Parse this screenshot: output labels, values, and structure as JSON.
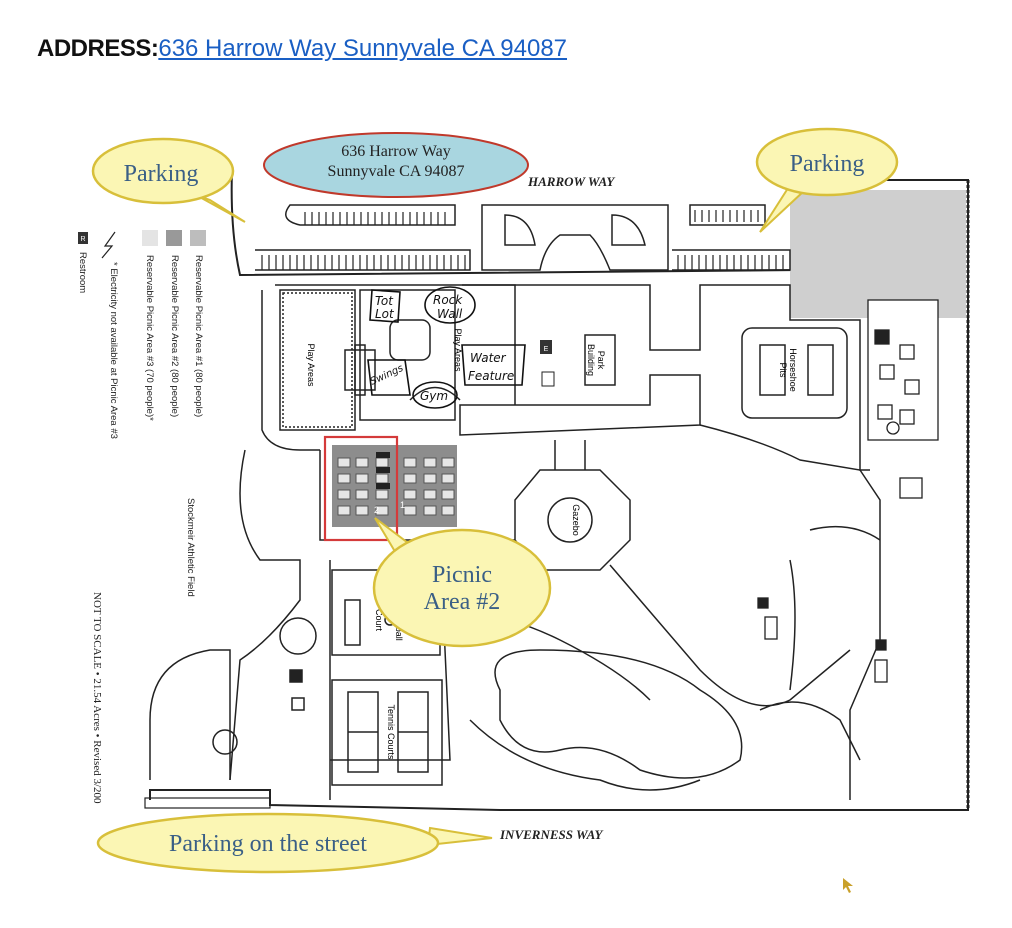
{
  "header": {
    "label": "ADDRESS:",
    "link_text": "636 Harrow Way Sunnyvale CA 94087"
  },
  "map": {
    "address_bubble": {
      "line1": "636 Harrow Way",
      "line2": "Sunnyvale CA 94087"
    },
    "callouts": {
      "parking_left": "Parking",
      "parking_right": "Parking",
      "picnic_line1": "Picnic",
      "picnic_line2": "Area #2",
      "street_parking": "Parking on the street"
    },
    "streets": {
      "top": "HARROW WAY",
      "bottom": "INVERNESS WAY"
    },
    "labels": {
      "play_areas_left": "Play Areas",
      "play_areas_right": "Play Areas",
      "park_building_1": "Park",
      "park_building_2": "Building",
      "horseshoe_1": "Horseshoe",
      "horseshoe_2": "Pits",
      "gazebo": "Gazebo",
      "basketball_1": "Basketball",
      "basketball_2": "Court",
      "tennis": "Tennis Courts",
      "athletic_field": "Stockmeir Athletic Field",
      "picnic_num_1": "1",
      "picnic_num_2": "2",
      "restroom_icon_letter": "R",
      "electric_icon_letter": "E"
    },
    "handwritten": {
      "tot_lot_1": "Tot",
      "tot_lot_2": "Lot",
      "rock_wall_1": "Rock",
      "rock_wall_2": "Wall",
      "water_1": "Water",
      "water_2": "Feature",
      "swings": "Swings",
      "gym": "Gym"
    },
    "legend": {
      "area1": "Reservable Picnic Area #1 (80 people)",
      "area2": "Reservable Picnic Area #2 (80 people)",
      "area3": "Reservable Picnic Area #3 (70 people)*",
      "electricity": "* Electricity not available at Picnic Area #3",
      "restroom": "Restroom"
    },
    "footer_note": "NOT TO SCALE  •  21.54 Acres  •  Revised 3/200",
    "colors": {
      "bubble_fill": "#fbf6b4",
      "bubble_stroke": "#d8bf3a",
      "address_fill": "#a9d6e0",
      "address_stroke": "#c0392b",
      "highlight_red": "#d43a3a",
      "picnic_gray": "#8d8d8d",
      "parking_gray": "#cfcfcf",
      "link_blue": "#1a5fc4"
    }
  }
}
